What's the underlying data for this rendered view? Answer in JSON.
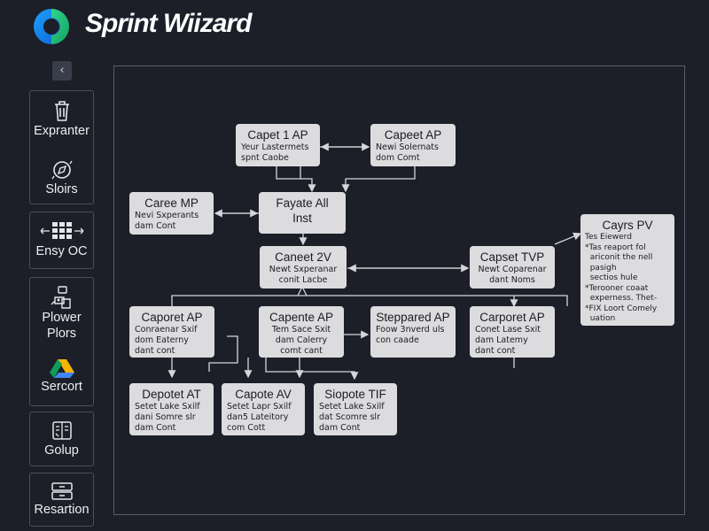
{
  "app": {
    "title": "Sprint Wiizard"
  },
  "sidebar": {
    "collapse_glyph": "‹",
    "items": [
      {
        "label": "Expranter",
        "icon": "trash-icon"
      },
      {
        "label": "Sloirs",
        "icon": "compass-icon"
      },
      {
        "label": "Ensy OC",
        "icon": "grid-arrows-icon"
      },
      {
        "label": "Plower Plors",
        "icon": "people-icon"
      },
      {
        "label": "Sercort",
        "icon": "drive-triangle-icon"
      },
      {
        "label": "Golup",
        "icon": "book-icon"
      },
      {
        "label": "Resartion",
        "icon": "archive-icon"
      }
    ]
  },
  "diagram": {
    "nodes": [
      {
        "id": "n1",
        "title": "Capet 1 AP",
        "desc": "Yeur Lastermets\nspnt Caobe"
      },
      {
        "id": "n2",
        "title": "Capeet AP",
        "desc": "Newi Solernats\ndom Comt"
      },
      {
        "id": "n3",
        "title": "Caree MP",
        "desc": "Nevi Sxperants\ndam Cont"
      },
      {
        "id": "n4",
        "title": "Fayate All\nInst",
        "desc": ""
      },
      {
        "id": "n5",
        "title": "Caneet 2V",
        "desc": "Newt Sxperanar\nconit Lacbe"
      },
      {
        "id": "n6",
        "title": "Capset TVP",
        "desc": "Newt Coparenar\ndant Noms"
      },
      {
        "id": "n7",
        "title": "Cayrs PV",
        "desc": "Tes Eiewerd\n*Tas reaport fol\n  ariconit the nell\n  pasigh\n  sectios hule\n*Terooner coaat\n  experness. Thet-\n*FIX Loort Comely\n  uation"
      },
      {
        "id": "n8",
        "title": "Caporet AP",
        "desc": "Conraenar Sxif\ndom Eaterny\ndant cont"
      },
      {
        "id": "n9",
        "title": "Capente AP",
        "desc": "Tem Sace Sxit\ndam Calerry\ncomt cant"
      },
      {
        "id": "n10",
        "title": "Steppared AP",
        "desc": "Foow 3nverd uls\ncon caade"
      },
      {
        "id": "n11",
        "title": "Carporet AP",
        "desc": "Conet Lase Sxit\ndam Latemy\ndant cont"
      },
      {
        "id": "n12",
        "title": "Depotet AT",
        "desc": "Setet Lake Sxilf\ndani Somre slr\ndam Cont"
      },
      {
        "id": "n13",
        "title": "Capote AV",
        "desc": "Setet Lapr Sxilf\ndan5 Lateitory\ncom Cott"
      },
      {
        "id": "n14",
        "title": "Siopote TIF",
        "desc": "Setet Lake Sxilf\ndat Scomre slr\ndam Cont"
      }
    ]
  }
}
